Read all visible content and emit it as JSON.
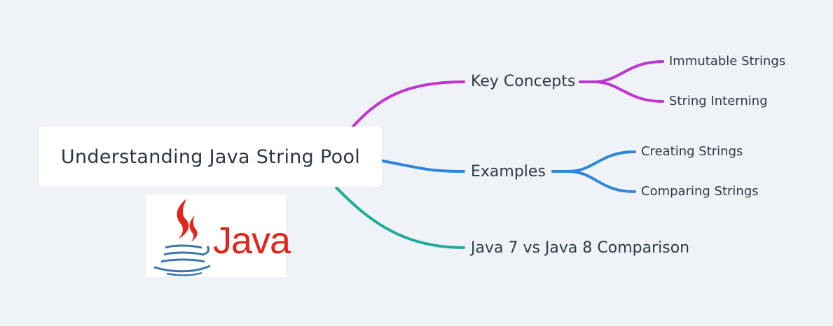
{
  "mindmap": {
    "root": {
      "label": "Understanding Java String Pool"
    },
    "branches": [
      {
        "label": "Key Concepts",
        "color": "#c035d0",
        "children": [
          {
            "label": "Immutable Strings"
          },
          {
            "label": "String Interning"
          }
        ]
      },
      {
        "label": "Examples",
        "color": "#2f86d8",
        "children": [
          {
            "label": "Creating Strings"
          },
          {
            "label": "Comparing Strings"
          }
        ]
      },
      {
        "label": "Java 7 vs Java 8 Comparison",
        "color": "#1fab9c",
        "children": []
      }
    ]
  },
  "logo": {
    "word": "Java",
    "icon": "java-coffee-cup-icon",
    "flame_color": "#e1261c",
    "cup_color": "#3a75b0"
  }
}
